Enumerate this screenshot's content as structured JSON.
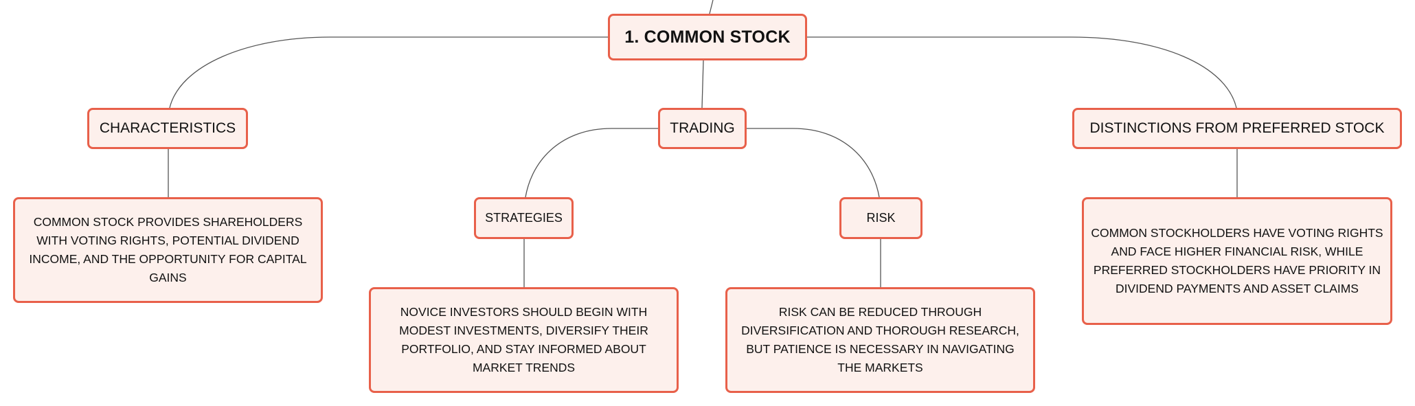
{
  "colors": {
    "node_fill": "#fdf0ec",
    "node_border": "#e8604a",
    "connector": "#555555",
    "text": "#111111"
  },
  "root": {
    "label": "1. COMMON STOCK"
  },
  "branches": {
    "characteristics": {
      "label": "CHARACTERISTICS",
      "detail": "COMMON STOCK PROVIDES SHAREHOLDERS WITH VOTING RIGHTS, POTENTIAL DIVIDEND INCOME, AND THE OPPORTUNITY FOR CAPITAL GAINS"
    },
    "trading": {
      "label": "TRADING",
      "strategies": {
        "label": "STRATEGIES",
        "detail": "NOVICE INVESTORS SHOULD BEGIN WITH MODEST INVESTMENTS, DIVERSIFY THEIR PORTFOLIO, AND STAY INFORMED ABOUT MARKET TRENDS"
      },
      "risk": {
        "label": "RISK",
        "detail": "RISK CAN BE REDUCED THROUGH DIVERSIFICATION AND THOROUGH RESEARCH, BUT PATIENCE IS NECESSARY IN NAVIGATING THE MARKETS"
      }
    },
    "distinctions": {
      "label": "DISTINCTIONS FROM PREFERRED STOCK",
      "detail": "COMMON STOCKHOLDERS HAVE VOTING RIGHTS AND FACE HIGHER FINANCIAL RISK, WHILE PREFERRED STOCKHOLDERS HAVE PRIORITY IN DIVIDEND PAYMENTS AND ASSET CLAIMS"
    }
  }
}
